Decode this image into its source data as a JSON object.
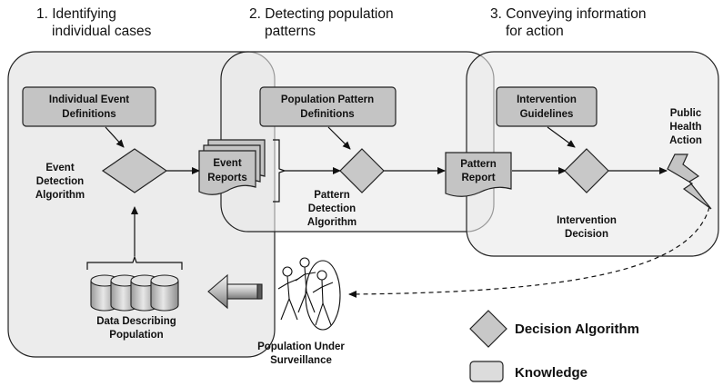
{
  "stages": [
    {
      "number": "1.",
      "line1": "Identifying",
      "line2": "individual cases"
    },
    {
      "number": "2.",
      "line1": "Detecting population",
      "line2": "patterns"
    },
    {
      "number": "3.",
      "line1": "Conveying information",
      "line2": "for action"
    }
  ],
  "knowledge_boxes": {
    "individual_event_definitions": [
      "Individual Event",
      "Definitions"
    ],
    "population_pattern_definitions": [
      "Population Pattern",
      "Definitions"
    ],
    "intervention_guidelines": [
      "Intervention",
      "Guidelines"
    ]
  },
  "decisions": {
    "event_detection": [
      "Event",
      "Detection",
      "Algorithm"
    ],
    "pattern_detection": [
      "Pattern",
      "Detection",
      "Algorithm"
    ],
    "intervention_decision": [
      "Intervention",
      "Decision"
    ]
  },
  "documents": {
    "event_reports": [
      "Event",
      "Reports"
    ],
    "pattern_report": [
      "Pattern",
      "Report"
    ]
  },
  "public_health_action": [
    "Public",
    "Health",
    "Action"
  ],
  "data_describing_population": [
    "Data Describing",
    "Population"
  ],
  "population_under_surveillance": [
    "Population Under",
    "Surveillance"
  ],
  "legend": {
    "decision_algorithm": "Decision Algorithm",
    "knowledge": "Knowledge"
  },
  "colors": {
    "panel_fill": "#e9e9e9",
    "panel_stroke": "#222222",
    "box_fill": "#c4c4c4",
    "diamond_fill": "#c8c8c8",
    "legend_knowledge_fill": "#dcdcdc"
  }
}
